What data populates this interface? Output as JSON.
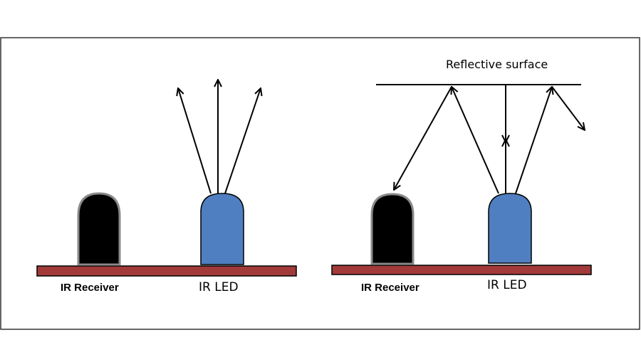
{
  "colors": {
    "frame": "#333333",
    "board": "#a23a3a",
    "receiver": "#000000",
    "receiver_outline": "#8a8a8a",
    "led": "#4f7fc0",
    "ray": "#000000"
  },
  "left_panel": {
    "receiver_label": "IR Receiver",
    "led_label": "IR LED"
  },
  "right_panel": {
    "receiver_label": "IR Receiver",
    "led_label": "IR LED",
    "surface_label": "Reflective surface"
  }
}
